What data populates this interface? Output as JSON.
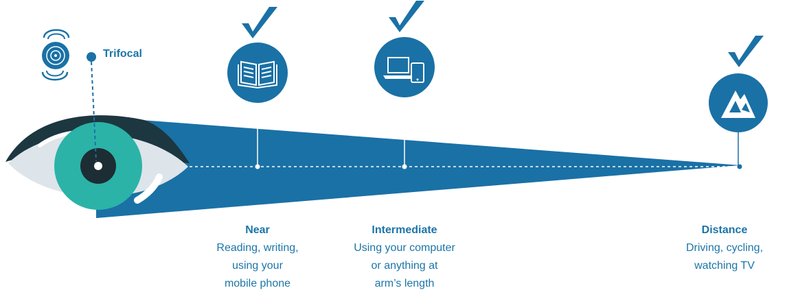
{
  "lens": {
    "label": "Trifocal"
  },
  "zones": [
    {
      "title": "Near",
      "description": "Reading, writing,\nusing your\nmobile phone",
      "icon": "book-icon",
      "checked": true
    },
    {
      "title": "Intermediate",
      "description": "Using your computer\nor anything at\narm’s length",
      "icon": "devices-icon",
      "checked": true
    },
    {
      "title": "Distance",
      "description": "Driving, cycling,\nwatching TV",
      "icon": "mountain-icon",
      "checked": true
    }
  ],
  "colors": {
    "primary": "#1a71a6",
    "iris": "#2bb3a8",
    "pupil": "#1c2d33",
    "sclera": "#dde4ea",
    "lid": "#1c3740"
  }
}
